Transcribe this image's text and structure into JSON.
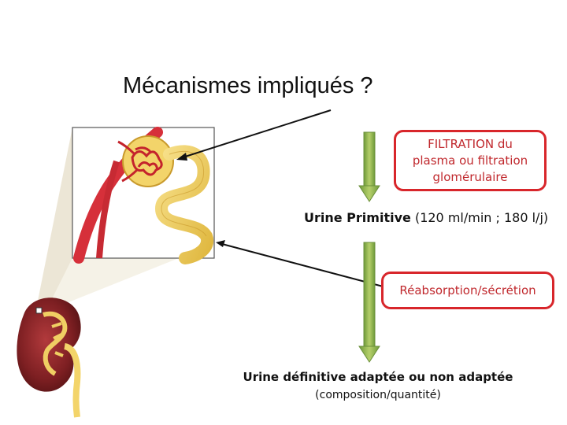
{
  "title": "Mécanismes impliqués ?",
  "filtration": {
    "line1": "FILTRATION du",
    "line2": "plasma ou filtration",
    "line3": "glomérulaire"
  },
  "urine_primitive": {
    "label": "Urine Primitive",
    "detail": "(120 ml/min ; 180 l/j)"
  },
  "reabsorption": "Réabsorption/sécrétion",
  "urine_definitive": {
    "label": "Urine définitive adaptée ou non adaptée",
    "detail": "(composition/quantité)"
  },
  "colors": {
    "box_border": "#d8262b",
    "box_text": "#c0282d",
    "arrow_fill": "#8fb34a",
    "vessel_red": "#d6303a",
    "tubule_yellow": "#f3d46a",
    "kidney_brown": "#7d1f22"
  },
  "icons": [
    "glomerulus-illustration",
    "kidney-illustration",
    "down-arrow-green"
  ]
}
